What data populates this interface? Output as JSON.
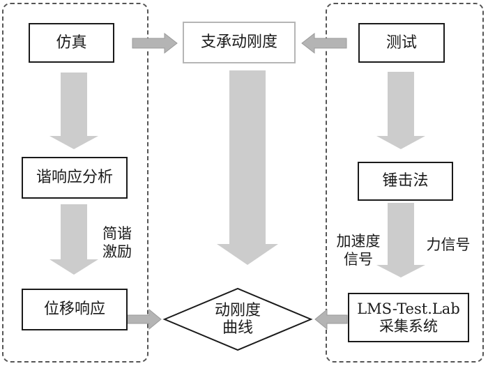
{
  "nodes": {
    "simulation": "仿真",
    "stiffness": "支承动刚度",
    "test": "测试",
    "harmonic": "谐响应分析",
    "hammer": "锤击法",
    "displacement": "位移响应",
    "curve_line1": "动刚度",
    "curve_line2": "曲线",
    "lms_line1": "LMS-Test.Lab",
    "lms_line2": "采集系统"
  },
  "edge_labels": {
    "excitation_line1": "简谐",
    "excitation_line2": "激励",
    "accel_line1": "加速度",
    "accel_line2": "信号",
    "force": "力信号"
  },
  "colors": {
    "arrow_fill": "#cccccc",
    "arrow_fill_dark": "#b4b4b4",
    "arrow_stroke": "#9a9a9a",
    "dashed_border": "#555555",
    "box_border": "#1a1a1a"
  }
}
